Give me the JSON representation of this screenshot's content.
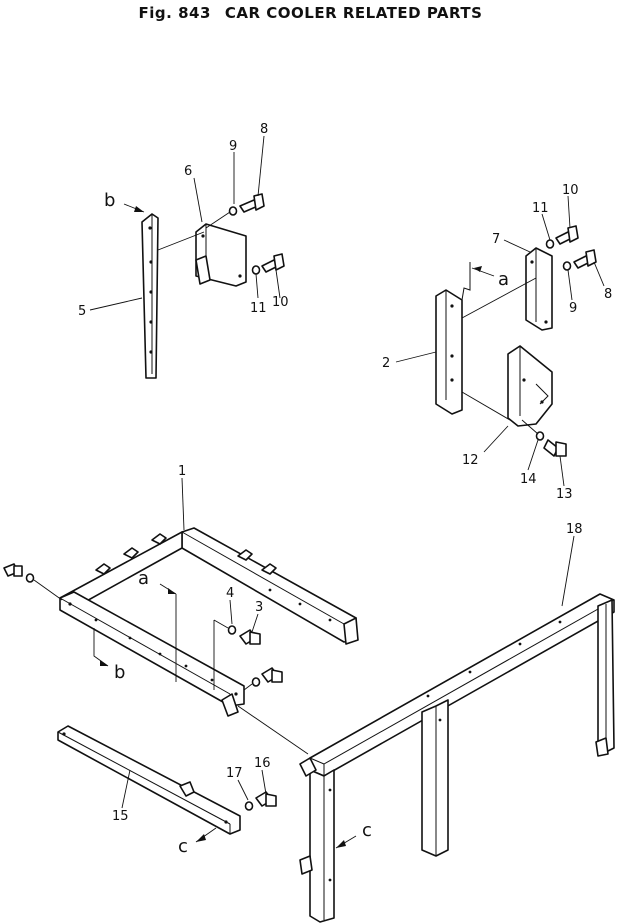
{
  "title": {
    "fig": "Fig. 843",
    "text": "CAR COOLER RELATED PARTS"
  },
  "parts": {
    "p1": "1",
    "p2": "2",
    "p3": "3",
    "p4": "4",
    "p5": "5",
    "p6": "6",
    "p7": "7",
    "p8a": "8",
    "p8b": "8",
    "p9a": "9",
    "p9b": "9",
    "p10a": "10",
    "p10b": "10",
    "p11a": "11",
    "p11b": "11",
    "p12": "12",
    "p13": "13",
    "p14": "14",
    "p15": "15",
    "p16": "16",
    "p17": "17",
    "p18": "18"
  },
  "refs": {
    "a1": "a",
    "a2": "a",
    "b1": "b",
    "b2": "b",
    "c1": "c",
    "c2": "c"
  }
}
